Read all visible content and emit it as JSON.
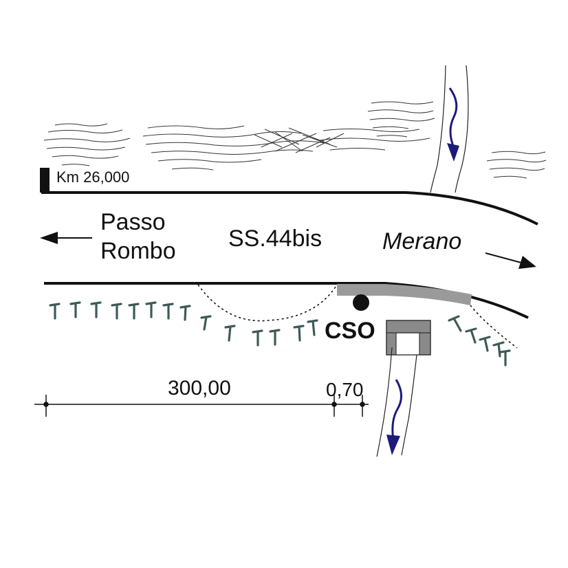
{
  "labels": {
    "km_marker": "Km 26,000",
    "destination_left_line1": "Passo",
    "destination_left_line2": "Rombo",
    "road_name": "SS.44bis",
    "destination_right": "Merano",
    "station": "CSO",
    "distance_main": "300,00",
    "distance_small": "0,70"
  },
  "colors": {
    "stream_arrow": "#1c1a7a",
    "vegetation": "#3c5a58",
    "road_line": "#111111",
    "structure_fill": "#9a9a9a",
    "structure_dark": "#7a7a7a"
  },
  "icons": {
    "stream_arrows": "wavy-down-arrow-icon",
    "vegetation_marks": "tree-symbol-icon",
    "station_marker": "filled-circle-icon"
  }
}
